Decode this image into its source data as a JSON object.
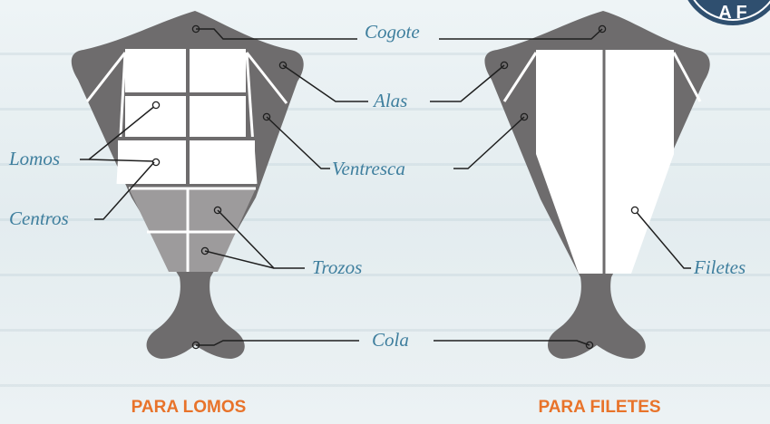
{
  "labels": {
    "cogote": "Cogote",
    "alas": "Alas",
    "ventresca": "Ventresca",
    "lomos": "Lomos",
    "centros": "Centros",
    "trozos": "Trozos",
    "filetes": "Filetes",
    "cola": "Cola"
  },
  "titles": {
    "left": "PARA LOMOS",
    "right": "PARA FILETES"
  },
  "badge_text": "A F",
  "colors": {
    "fish_body": "#6e6c6d",
    "cut_white": "#ffffff",
    "trozos_gray": "#9d9b9c",
    "label_blue": "#3f7f9e",
    "title_orange": "#e8732a",
    "badge": "#2f4f6f"
  }
}
